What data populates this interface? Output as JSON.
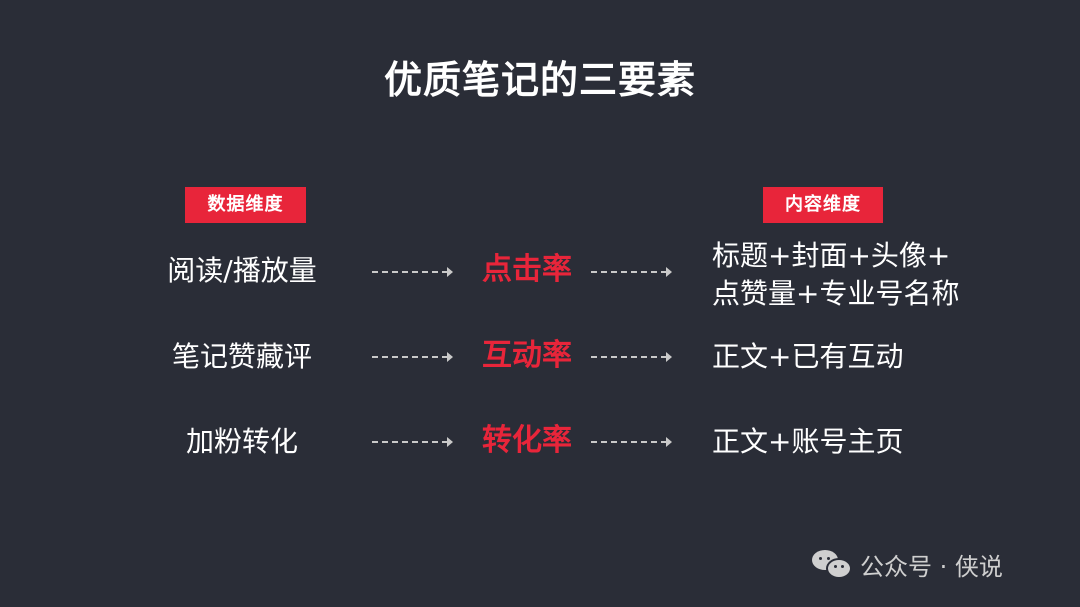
{
  "title": "优质笔记的三要素",
  "badges": {
    "left": "数据维度",
    "right": "内容维度"
  },
  "rows": [
    {
      "data_dimension": "阅读/播放量",
      "metric": "点击率",
      "content_dimension": [
        "标题+封面+头像+",
        "点赞量+专业号名称"
      ]
    },
    {
      "data_dimension": "笔记赞藏评",
      "metric": "互动率",
      "content_dimension": [
        "正文+已有互动"
      ]
    },
    {
      "data_dimension": "加粉转化",
      "metric": "转化率",
      "content_dimension": [
        "正文+账号主页"
      ]
    }
  ],
  "watermark": {
    "icon": "wechat-icon",
    "text": "公众号 · 侠说"
  },
  "colors": {
    "background": "#2a2d37",
    "accent": "#e8253a",
    "text": "#ffffff"
  }
}
